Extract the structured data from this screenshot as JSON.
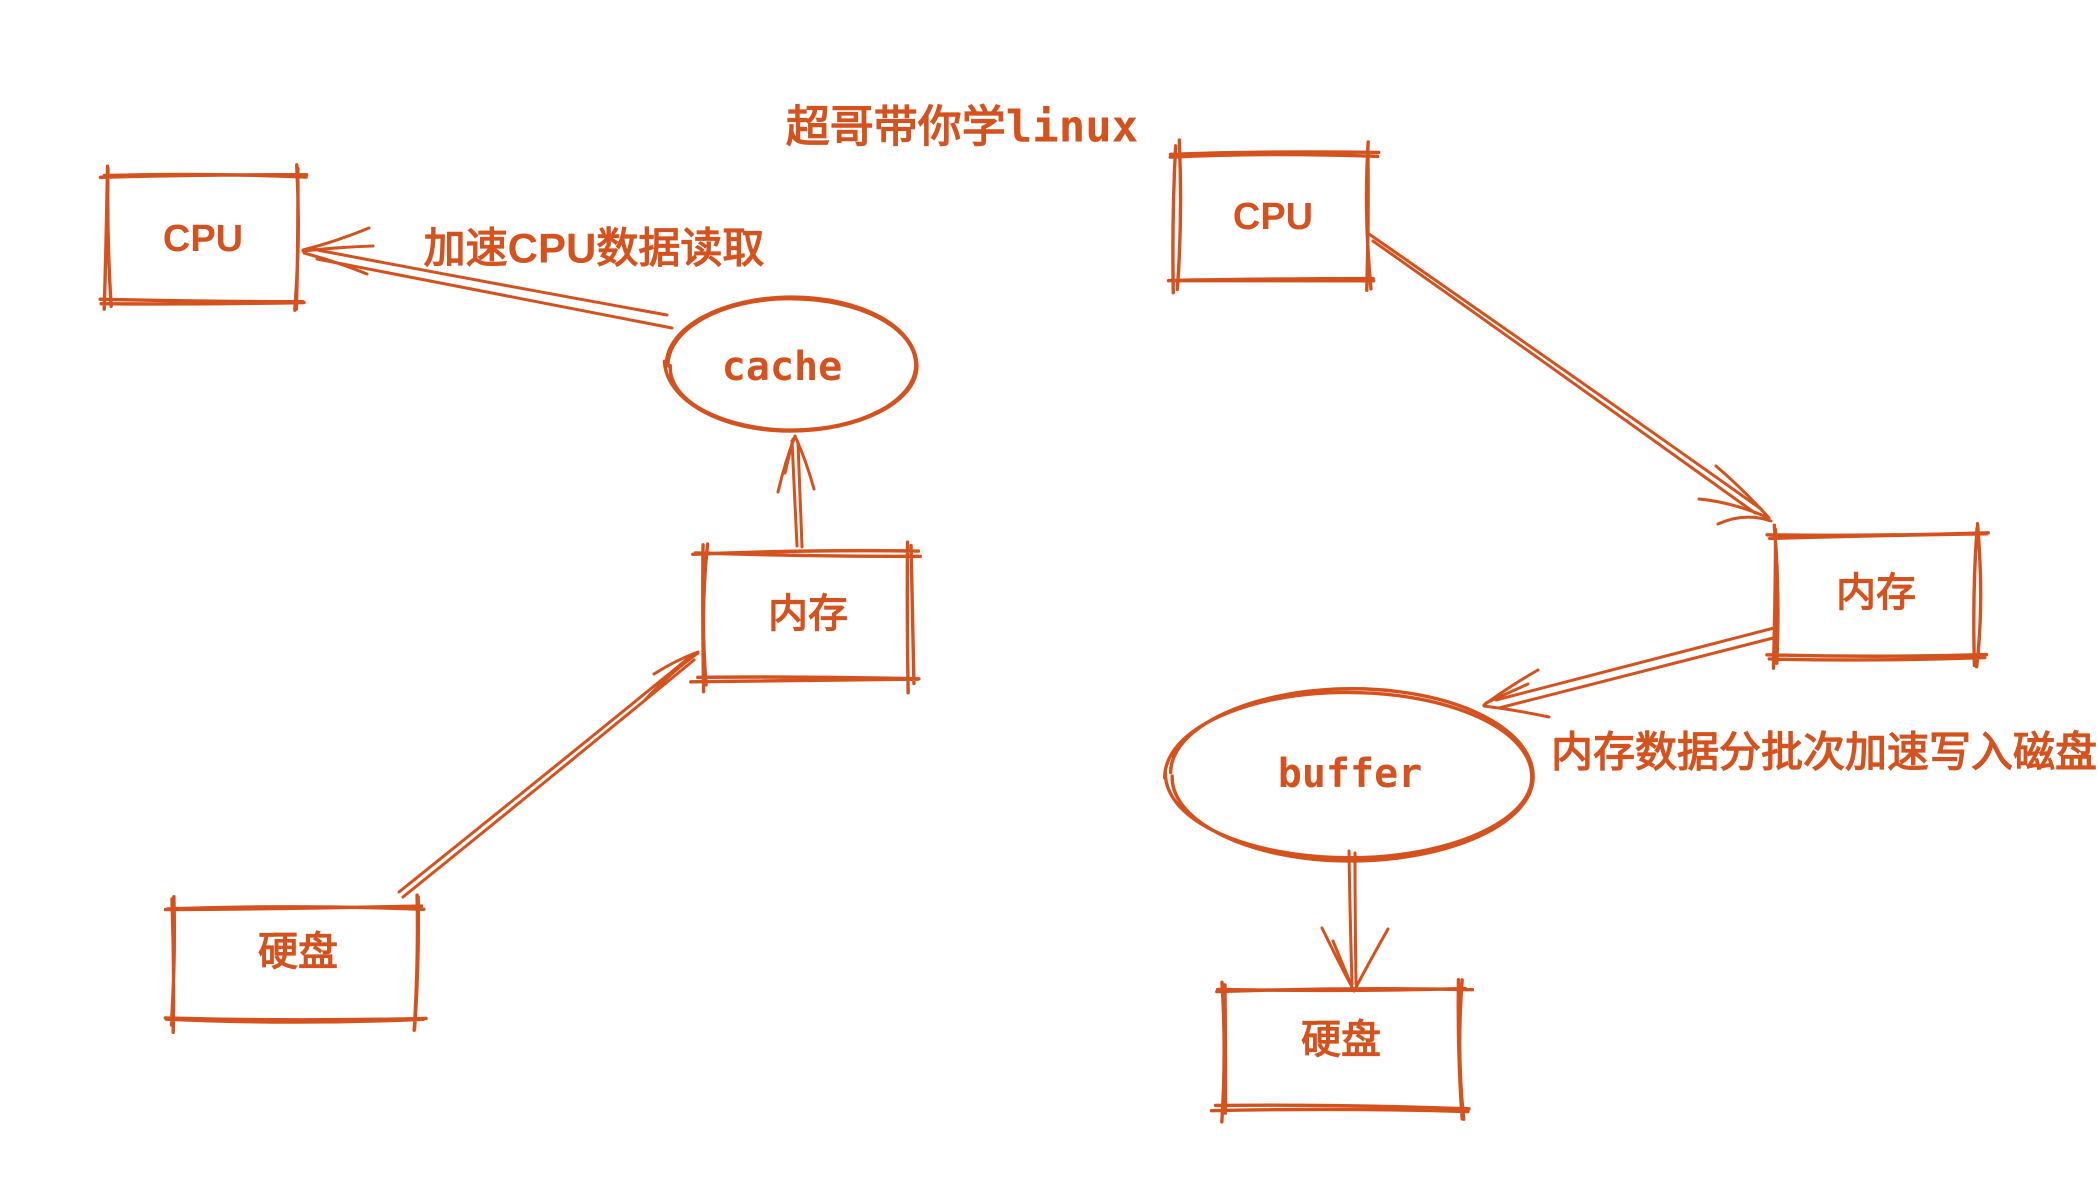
{
  "title": "超哥带你学linux",
  "colors": {
    "accent": "#d5521f",
    "background": "#ffffff"
  },
  "left_diagram": {
    "cpu_label": "CPU",
    "cache_label": "cache",
    "memory_label": "内存",
    "disk_label": "硬盘",
    "arrow_label": "加速CPU数据读取"
  },
  "right_diagram": {
    "cpu_label": "CPU",
    "buffer_label": "buffer",
    "memory_label": "内存",
    "disk_label": "硬盘",
    "arrow_label": "内存数据分批次加速写入磁盘"
  }
}
